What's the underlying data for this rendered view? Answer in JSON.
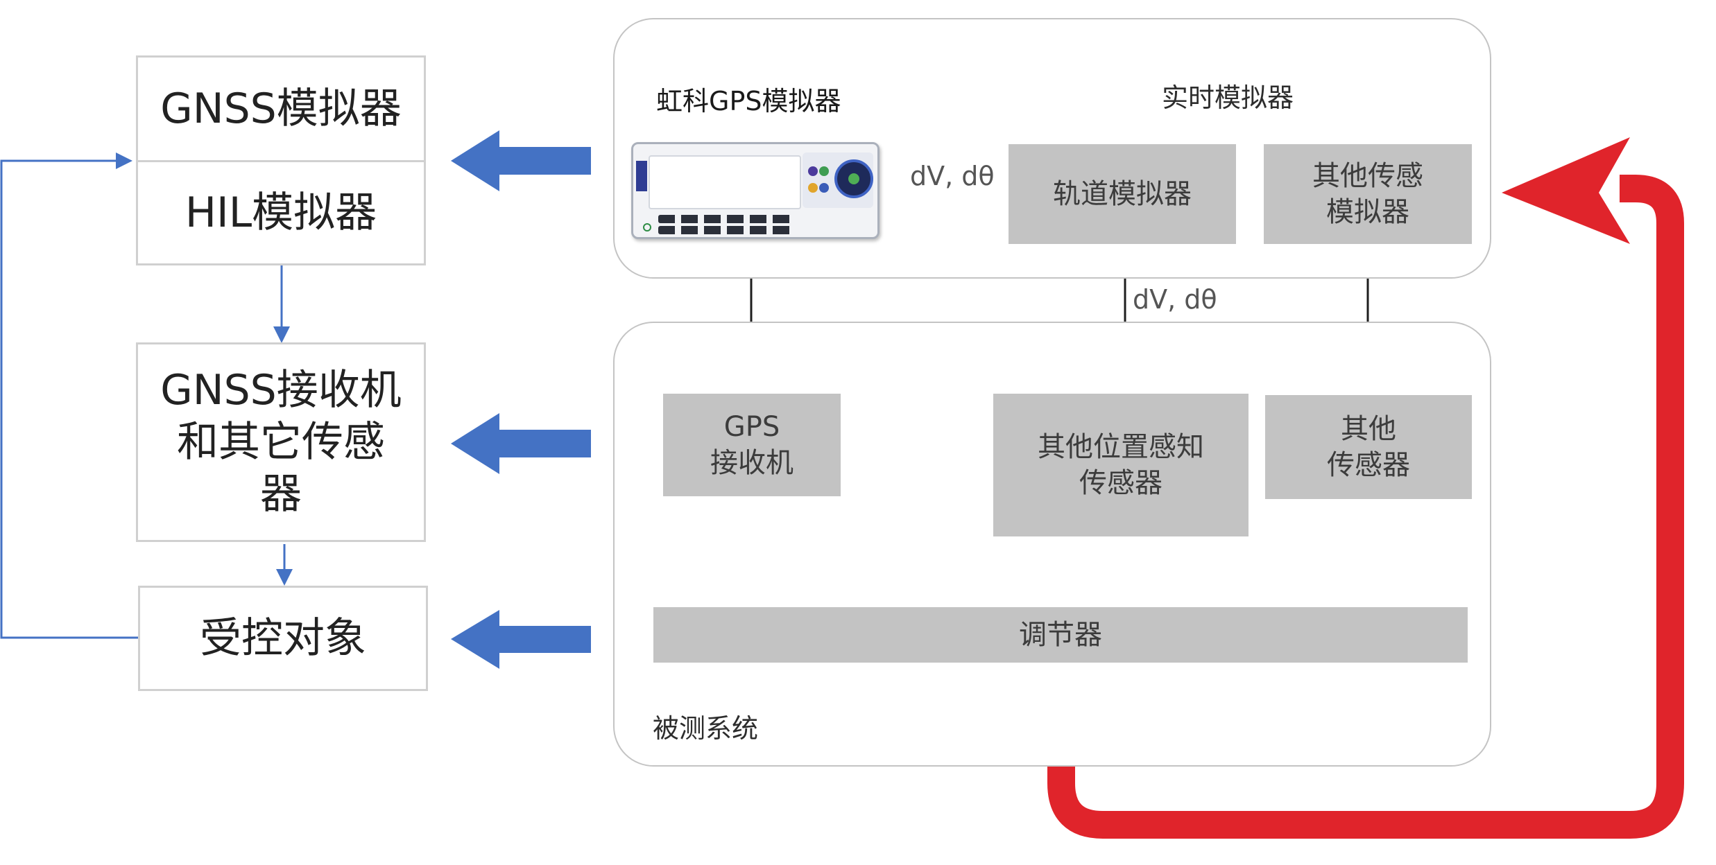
{
  "left_blocks": {
    "gnss_simulator": "GNSS模拟器",
    "hil_simulator": "HIL模拟器",
    "receiver_sensors": "GNSS接收机\n和其它传感\n器",
    "controlled_object": "受控对象"
  },
  "realtime_panel": {
    "device_label": "虹科GPS模拟器",
    "title": "实时模拟器",
    "orbit_simulator": "轨道模拟器",
    "other_sensor_simulator": "其他传感\n模拟器",
    "edge_label_top": "dV, dθ"
  },
  "sut_panel": {
    "gps_receiver": "GPS\n接收机",
    "other_position_sensor": "其他位置感知\n传感器",
    "other_sensor": "其他\n传感器",
    "regulator": "调节器",
    "title": "被测系统"
  },
  "edge_label_middle": "dV, dθ",
  "colors": {
    "blue_arrow": "#4472c4",
    "red_loop": "#e0242b",
    "gray_box": "#c3c3c3"
  }
}
